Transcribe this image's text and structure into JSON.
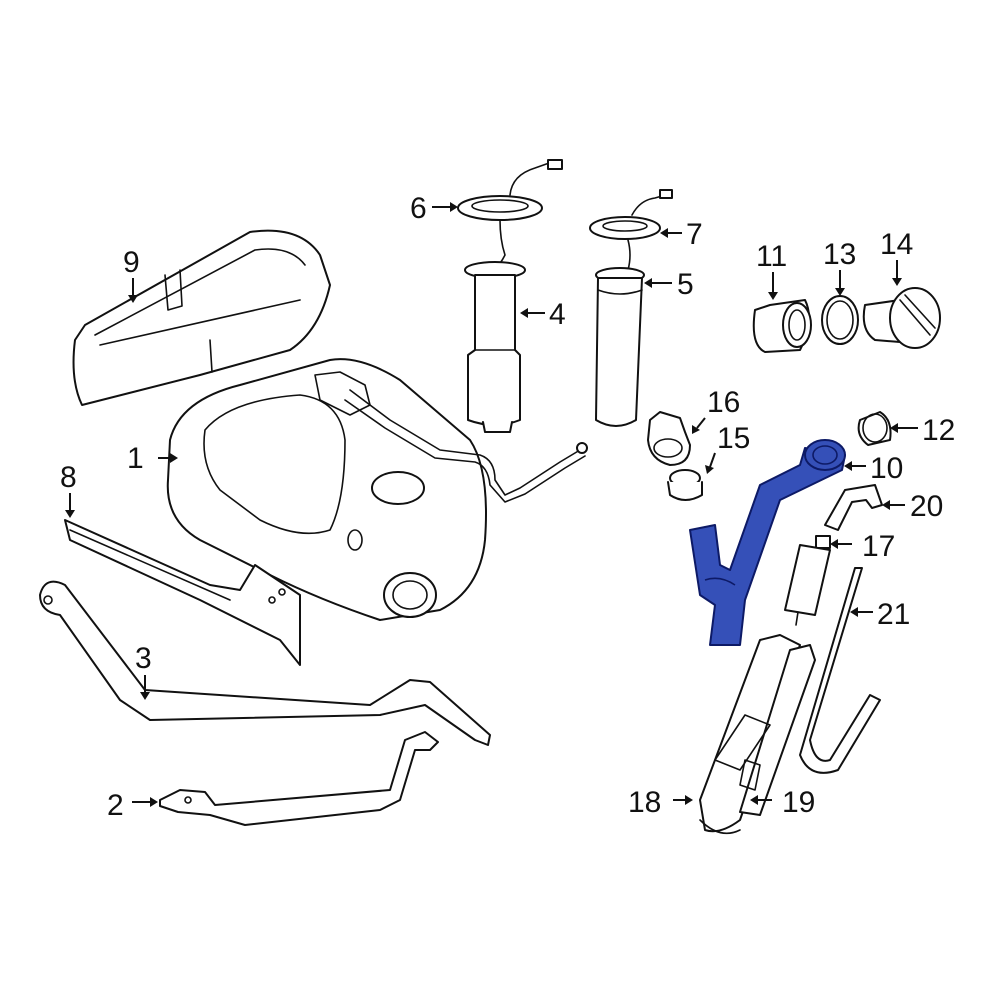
{
  "callouts": [
    {
      "id": "1",
      "label": "1"
    },
    {
      "id": "2",
      "label": "2"
    },
    {
      "id": "3",
      "label": "3"
    },
    {
      "id": "4",
      "label": "4"
    },
    {
      "id": "5",
      "label": "5"
    },
    {
      "id": "6",
      "label": "6"
    },
    {
      "id": "7",
      "label": "7"
    },
    {
      "id": "8",
      "label": "8"
    },
    {
      "id": "9",
      "label": "9"
    },
    {
      "id": "10",
      "label": "10"
    },
    {
      "id": "11",
      "label": "11"
    },
    {
      "id": "12",
      "label": "12"
    },
    {
      "id": "13",
      "label": "13"
    },
    {
      "id": "14",
      "label": "14"
    },
    {
      "id": "15",
      "label": "15"
    },
    {
      "id": "16",
      "label": "16"
    },
    {
      "id": "17",
      "label": "17"
    },
    {
      "id": "18",
      "label": "18"
    },
    {
      "id": "19",
      "label": "19"
    },
    {
      "id": "20",
      "label": "20"
    },
    {
      "id": "21",
      "label": "21"
    }
  ],
  "highlighted_part": "10",
  "colors": {
    "highlight": "#3550b8",
    "line": "#111111",
    "background": "#ffffff"
  }
}
